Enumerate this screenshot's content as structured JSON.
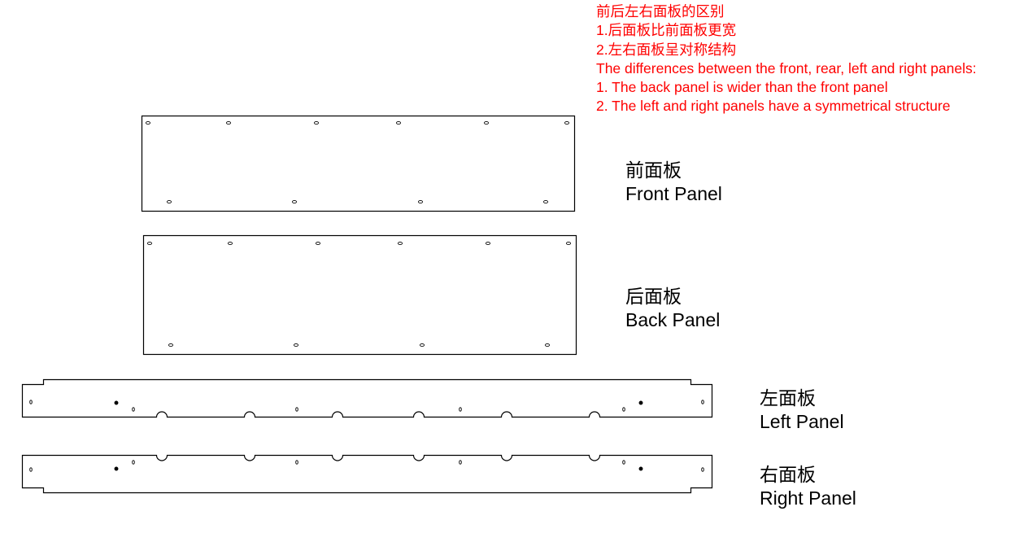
{
  "notes": {
    "title_cn": "前后左右面板的区别",
    "line1_cn": "1.后面板比前面板更宽",
    "line2_cn": "2.左右面板呈对称结构",
    "title_en": "The differences between the front, rear, left and right panels:",
    "line1_en": "1. The back panel is wider than the front panel",
    "line2_en": "2. The left and right panels have a symmetrical structure",
    "color": "#ff0000"
  },
  "panels": {
    "front": {
      "cn": "前面板",
      "en": "Front Panel"
    },
    "back": {
      "cn": "后面板",
      "en": "Back Panel"
    },
    "left": {
      "cn": "左面板",
      "en": "Left Panel"
    },
    "right": {
      "cn": "右面板",
      "en": "Right Panel"
    }
  }
}
